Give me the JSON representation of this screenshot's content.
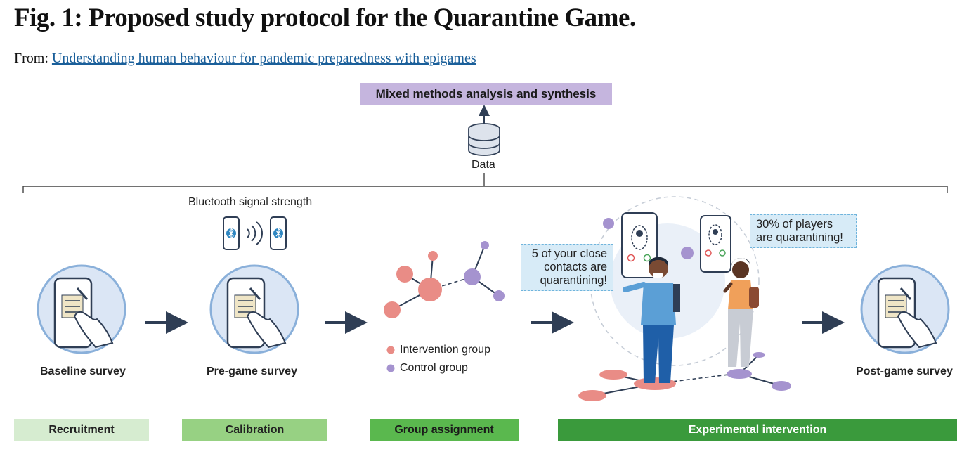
{
  "figure": {
    "title": "Fig. 1: Proposed study protocol for the Quarantine Game.",
    "from_label": "From:",
    "from_link": "Understanding human behaviour for pandemic preparedness with epigames"
  },
  "top": {
    "synthesis_label": "Mixed methods analysis and synthesis",
    "data_label": "Data"
  },
  "calibration": {
    "signal_label": "Bluetooth signal strength"
  },
  "surveys": {
    "baseline": "Baseline survey",
    "pregame": "Pre-game survey",
    "postgame": "Post-game survey"
  },
  "legend": {
    "intervention": "Intervention group",
    "control": "Control group",
    "intervention_color": "#e98c86",
    "control_color": "#a593cf"
  },
  "bubbles": {
    "left": "5 of your close contacts are quarantining!",
    "right": "30% of players are quarantining!"
  },
  "stages": [
    {
      "label": "Recruitment",
      "color": "#d6ecd0",
      "text_color": "#222222"
    },
    {
      "label": "Calibration",
      "color": "#97d183",
      "text_color": "#222222"
    },
    {
      "label": "Group assignment",
      "color": "#5ab84e",
      "text_color": "#1a1a1a"
    },
    {
      "label": "Experimental intervention",
      "color": "#3a9a3c",
      "text_color": "#ffffff"
    }
  ]
}
